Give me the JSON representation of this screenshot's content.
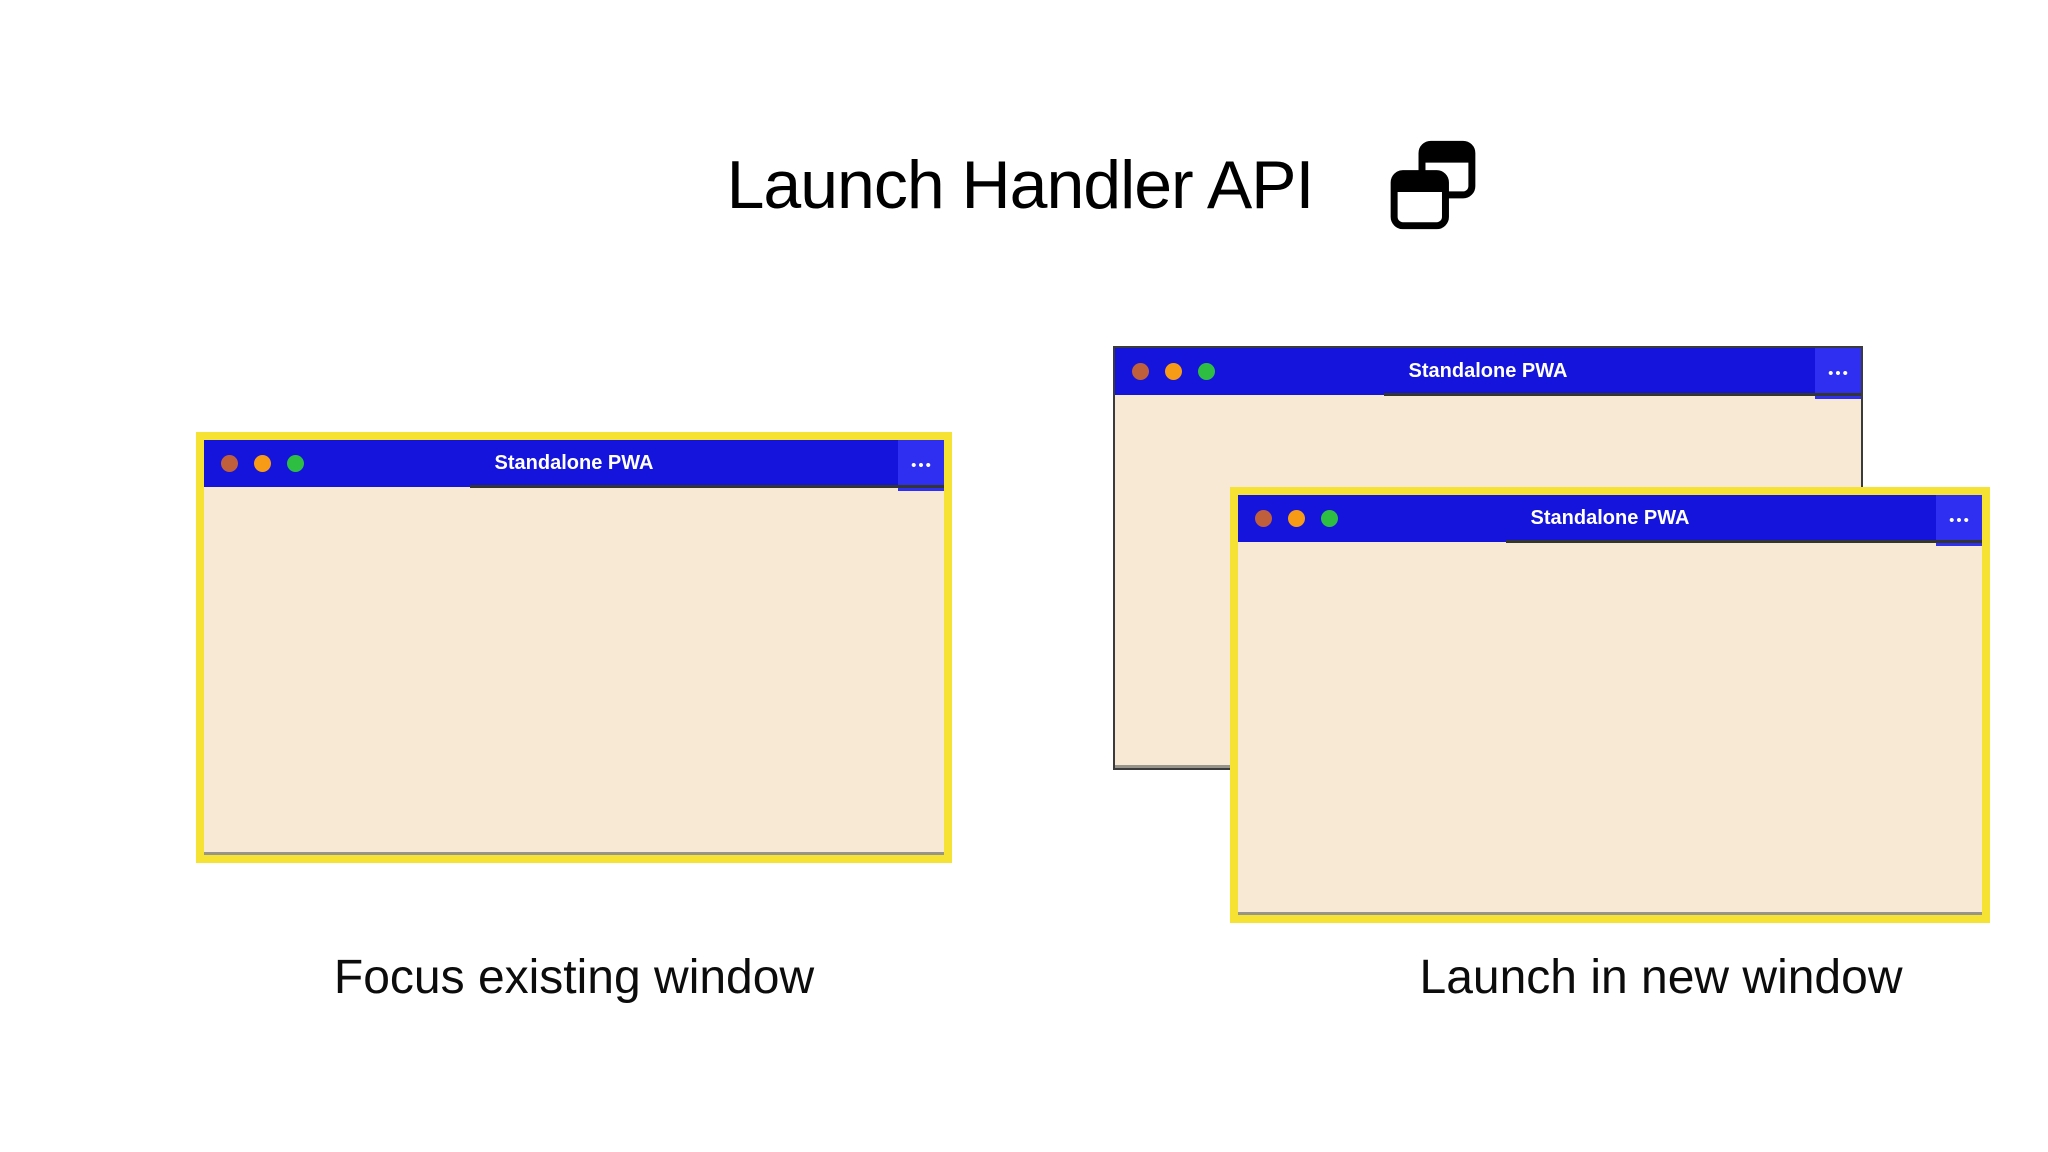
{
  "header": {
    "title": "Launch Handler API",
    "icon": "overlapping-windows-icon"
  },
  "windows": {
    "left": {
      "title": "Standalone PWA",
      "menu": "•••"
    },
    "back": {
      "title": "Standalone PWA",
      "menu": "•••"
    },
    "front": {
      "title": "Standalone PWA",
      "menu": "•••"
    }
  },
  "captions": {
    "left": "Focus existing window",
    "right": "Launch in new window"
  },
  "colors": {
    "titlebar_blue": "#1414dd",
    "menu_segment_blue": "#2f2ff2",
    "window_body_cream": "#f8e9d5",
    "highlight_yellow": "#f6e233",
    "back_window_border": "#3b3b3b",
    "traffic_red": "#c05f3c",
    "traffic_orange": "#f79b17",
    "traffic_green": "#2ebe41",
    "title_text_white": "#ffffff",
    "caption_text": "#0c0c0c"
  }
}
